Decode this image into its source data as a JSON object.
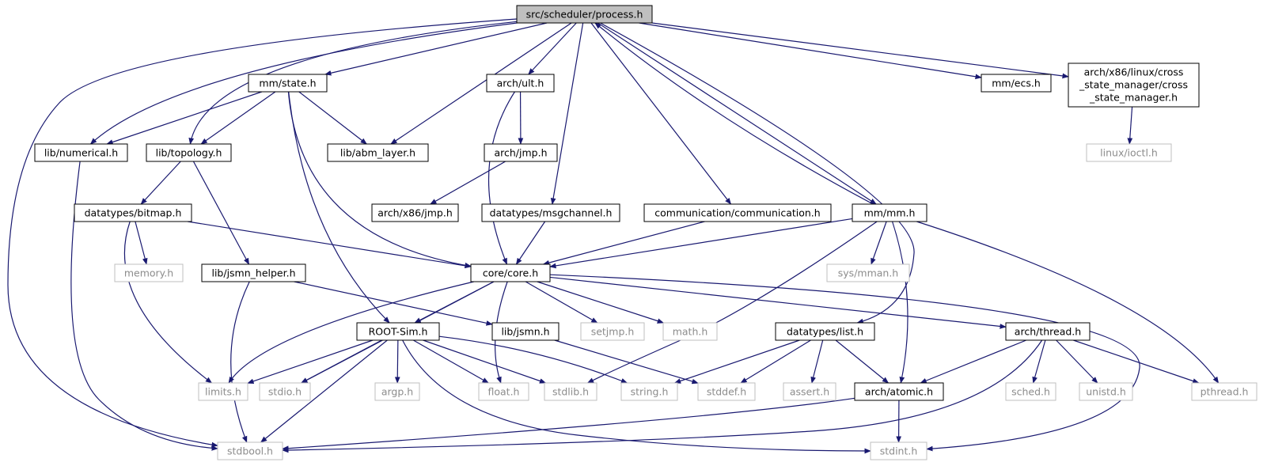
{
  "nodes": [
    {
      "id": "process",
      "label": "src/scheduler/process.h",
      "kind": "root"
    },
    {
      "id": "state",
      "label": "mm/state.h",
      "kind": "doc"
    },
    {
      "id": "ult",
      "label": "arch/ult.h",
      "kind": "doc"
    },
    {
      "id": "ecs",
      "label": "mm/ecs.h",
      "kind": "doc"
    },
    {
      "id": "csm",
      "label": "arch/x86/linux/cross_state_manager/cross_state_manager.h",
      "lines": [
        "arch/x86/linux/cross",
        "_state_manager/cross",
        "_state_manager.h"
      ],
      "kind": "doc"
    },
    {
      "id": "numerical",
      "label": "lib/numerical.h",
      "kind": "doc"
    },
    {
      "id": "topology",
      "label": "lib/topology.h",
      "kind": "doc"
    },
    {
      "id": "abm",
      "label": "lib/abm_layer.h",
      "kind": "doc"
    },
    {
      "id": "jmp",
      "label": "arch/jmp.h",
      "kind": "doc"
    },
    {
      "id": "ioctl",
      "label": "linux/ioctl.h",
      "kind": "sys"
    },
    {
      "id": "bitmap",
      "label": "datatypes/bitmap.h",
      "kind": "doc"
    },
    {
      "id": "x86jmp",
      "label": "arch/x86/jmp.h",
      "kind": "doc"
    },
    {
      "id": "msgchannel",
      "label": "datatypes/msgchannel.h",
      "kind": "doc"
    },
    {
      "id": "communication",
      "label": "communication/communication.h",
      "kind": "doc"
    },
    {
      "id": "mm",
      "label": "mm/mm.h",
      "kind": "doc"
    },
    {
      "id": "memory",
      "label": "memory.h",
      "kind": "sys"
    },
    {
      "id": "jsmnhelper",
      "label": "lib/jsmn_helper.h",
      "kind": "doc"
    },
    {
      "id": "core",
      "label": "core/core.h",
      "kind": "doc"
    },
    {
      "id": "sysmman",
      "label": "sys/mman.h",
      "kind": "sys"
    },
    {
      "id": "rootsim",
      "label": "ROOT-Sim.h",
      "kind": "doc"
    },
    {
      "id": "jsmn",
      "label": "lib/jsmn.h",
      "kind": "doc"
    },
    {
      "id": "setjmp",
      "label": "setjmp.h",
      "kind": "sys"
    },
    {
      "id": "math",
      "label": "math.h",
      "kind": "sys"
    },
    {
      "id": "list",
      "label": "datatypes/list.h",
      "kind": "doc"
    },
    {
      "id": "thread",
      "label": "arch/thread.h",
      "kind": "doc"
    },
    {
      "id": "limits",
      "label": "limits.h",
      "kind": "sys"
    },
    {
      "id": "stdio",
      "label": "stdio.h",
      "kind": "sys"
    },
    {
      "id": "argp",
      "label": "argp.h",
      "kind": "sys"
    },
    {
      "id": "float",
      "label": "float.h",
      "kind": "sys"
    },
    {
      "id": "stdlib",
      "label": "stdlib.h",
      "kind": "sys"
    },
    {
      "id": "string",
      "label": "string.h",
      "kind": "sys"
    },
    {
      "id": "stddef",
      "label": "stddef.h",
      "kind": "sys"
    },
    {
      "id": "assert",
      "label": "assert.h",
      "kind": "sys"
    },
    {
      "id": "atomic",
      "label": "arch/atomic.h",
      "kind": "doc"
    },
    {
      "id": "sched",
      "label": "sched.h",
      "kind": "sys"
    },
    {
      "id": "unistd",
      "label": "unistd.h",
      "kind": "sys"
    },
    {
      "id": "pthread",
      "label": "pthread.h",
      "kind": "sys"
    },
    {
      "id": "stdbool",
      "label": "stdbool.h",
      "kind": "sys"
    },
    {
      "id": "stdint",
      "label": "stdint.h",
      "kind": "sys"
    }
  ],
  "edges": [
    [
      "process",
      "state"
    ],
    [
      "process",
      "ult"
    ],
    [
      "process",
      "ecs"
    ],
    [
      "process",
      "csm"
    ],
    [
      "process",
      "numerical"
    ],
    [
      "process",
      "topology"
    ],
    [
      "process",
      "abm"
    ],
    [
      "process",
      "msgchannel"
    ],
    [
      "process",
      "communication"
    ],
    [
      "process",
      "mm"
    ],
    [
      "process",
      "list"
    ],
    [
      "process",
      "stdbool"
    ],
    [
      "state",
      "numerical"
    ],
    [
      "state",
      "topology"
    ],
    [
      "state",
      "abm"
    ],
    [
      "state",
      "core"
    ],
    [
      "state",
      "rootsim"
    ],
    [
      "ult",
      "jmp"
    ],
    [
      "ult",
      "core"
    ],
    [
      "jmp",
      "x86jmp"
    ],
    [
      "csm",
      "ioctl"
    ],
    [
      "numerical",
      "stdbool"
    ],
    [
      "topology",
      "bitmap"
    ],
    [
      "topology",
      "jsmnhelper"
    ],
    [
      "bitmap",
      "memory"
    ],
    [
      "bitmap",
      "core"
    ],
    [
      "bitmap",
      "limits"
    ],
    [
      "msgchannel",
      "core"
    ],
    [
      "communication",
      "core"
    ],
    [
      "mm",
      "process"
    ],
    [
      "mm",
      "core"
    ],
    [
      "mm",
      "sysmman"
    ],
    [
      "mm",
      "atomic"
    ],
    [
      "mm",
      "stdlib"
    ],
    [
      "mm",
      "pthread"
    ],
    [
      "jsmnhelper",
      "jsmn"
    ],
    [
      "jsmnhelper",
      "stdbool"
    ],
    [
      "core",
      "rootsim"
    ],
    [
      "core",
      "setjmp"
    ],
    [
      "core",
      "math"
    ],
    [
      "core",
      "thread"
    ],
    [
      "core",
      "limits"
    ],
    [
      "core",
      "stdio"
    ],
    [
      "core",
      "float"
    ],
    [
      "core",
      "stdint"
    ],
    [
      "rootsim",
      "limits"
    ],
    [
      "rootsim",
      "stdio"
    ],
    [
      "rootsim",
      "argp"
    ],
    [
      "rootsim",
      "float"
    ],
    [
      "rootsim",
      "stdlib"
    ],
    [
      "rootsim",
      "string"
    ],
    [
      "rootsim",
      "stdbool"
    ],
    [
      "rootsim",
      "stdint"
    ],
    [
      "jsmn",
      "stddef"
    ],
    [
      "list",
      "string"
    ],
    [
      "list",
      "stddef"
    ],
    [
      "list",
      "assert"
    ],
    [
      "list",
      "atomic"
    ],
    [
      "thread",
      "atomic"
    ],
    [
      "thread",
      "sched"
    ],
    [
      "thread",
      "unistd"
    ],
    [
      "thread",
      "pthread"
    ],
    [
      "thread",
      "stdbool"
    ],
    [
      "atomic",
      "stdbool"
    ],
    [
      "atomic",
      "stdint"
    ]
  ],
  "colors": {
    "edge": "#191970",
    "doc_border": "#000000",
    "sys_border": "#bfbfbf",
    "doc_text": "#000000",
    "sys_text": "#8c8c8c",
    "root_fill": "#bfbfbf"
  }
}
